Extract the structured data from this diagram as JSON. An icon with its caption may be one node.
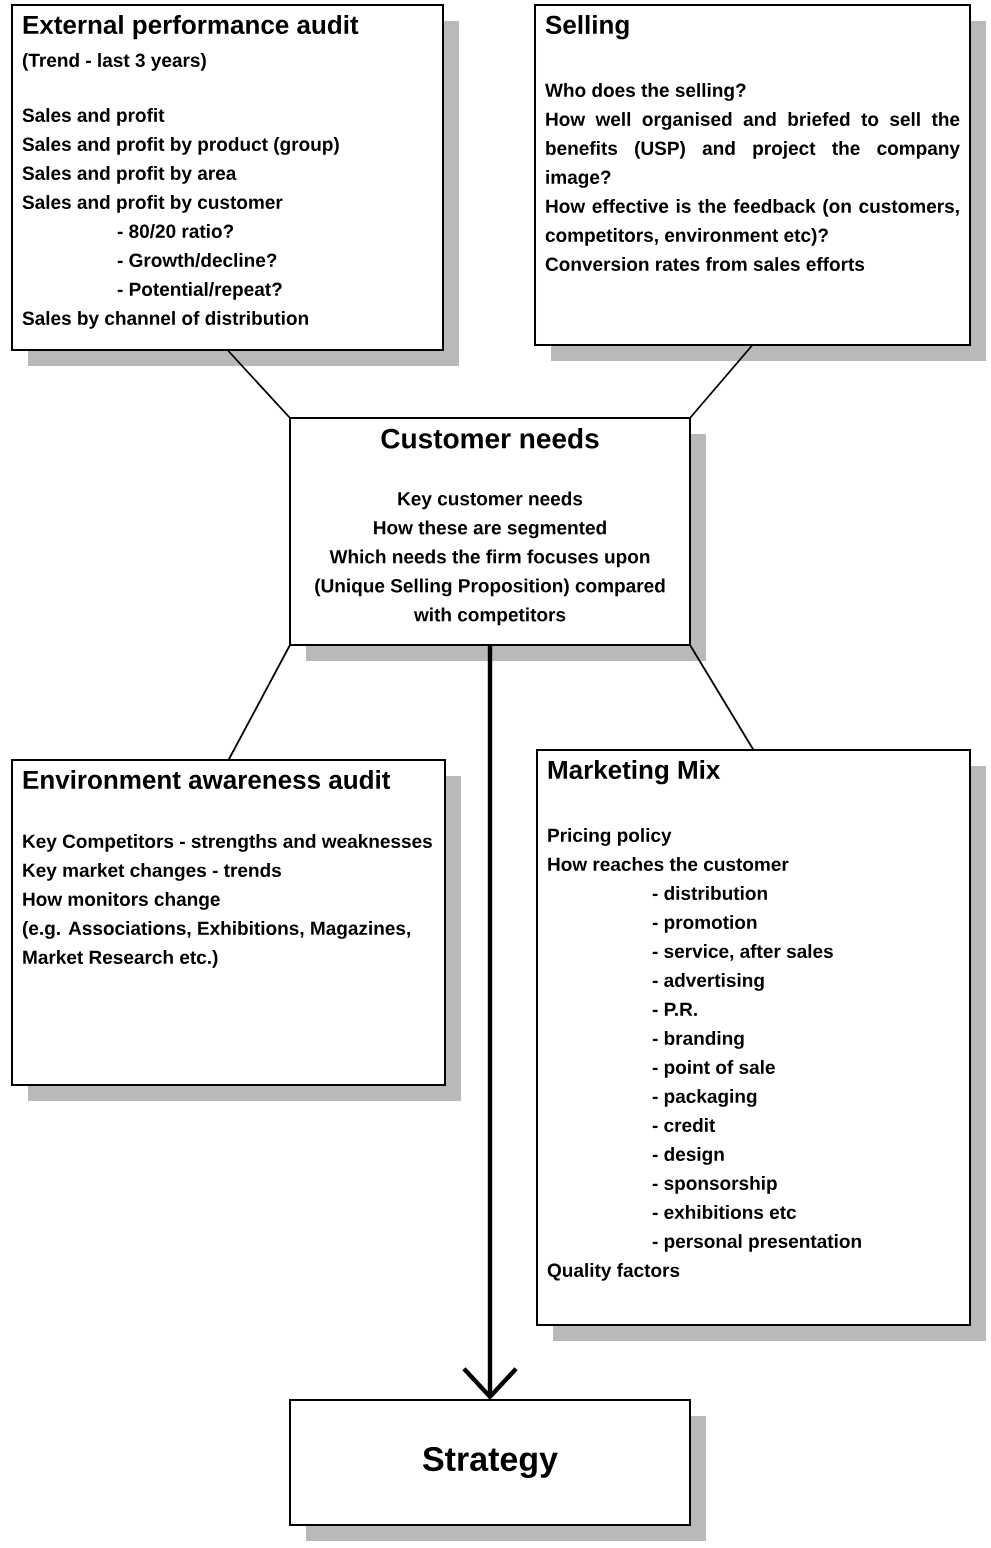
{
  "diagram": {
    "nodes": [
      {
        "text": [
          "External performance audit",
          "(Trend - last 3 years)",
          "Sales and profit",
          "Sales and profit by product (group)",
          "Sales and profit by area",
          "Sales and profit by customer",
          "- 80/20 ratio?",
          "- Growth/decline?",
          "- Potential/repeat?",
          "Sales by channel of distribution"
        ]
      },
      {
        "text": [
          "Selling",
          "Who does the selling?",
          "How well organised and briefed to sell the benefits (USP) and project the company image?",
          "How effective is the feedback (on customers, competitors, environment etc)?",
          "Conversion rates from sales efforts"
        ]
      },
      {
        "text": [
          "Customer needs",
          "Key customer needs",
          "How these are segmented",
          "Which needs the firm focuses upon (Unique Selling Proposition) compared with competitors"
        ]
      },
      {
        "text": [
          "Environment awareness audit",
          "Key Competitors - strengths and weaknesses",
          "Key market changes - trends",
          "How monitors change",
          "(e.g. Associations, Exhibitions, Magazines, Market Research etc.)"
        ]
      },
      {
        "text": [
          "Marketing Mix",
          "Pricing policy",
          "How reaches the customer",
          "- distribution",
          "- promotion",
          "- service, after sales",
          "- advertising",
          "- P.R.",
          "- branding",
          "- point of sale",
          "- packaging",
          "- credit",
          "- design",
          "- sponsorship",
          "- exhibitions etc",
          "- personal presentation",
          "Quality factors"
        ]
      },
      {
        "text": [
          "Strategy"
        ]
      }
    ],
    "edges": [
      {
        "from": 0,
        "to": 2,
        "arrow": "none"
      },
      {
        "from": 1,
        "to": 2,
        "arrow": "none"
      },
      {
        "from": 2,
        "to": 3,
        "arrow": "none"
      },
      {
        "from": 2,
        "to": 4,
        "arrow": "none"
      },
      {
        "from": 2,
        "to": 5,
        "arrow": "to",
        "style": "thick"
      }
    ]
  }
}
